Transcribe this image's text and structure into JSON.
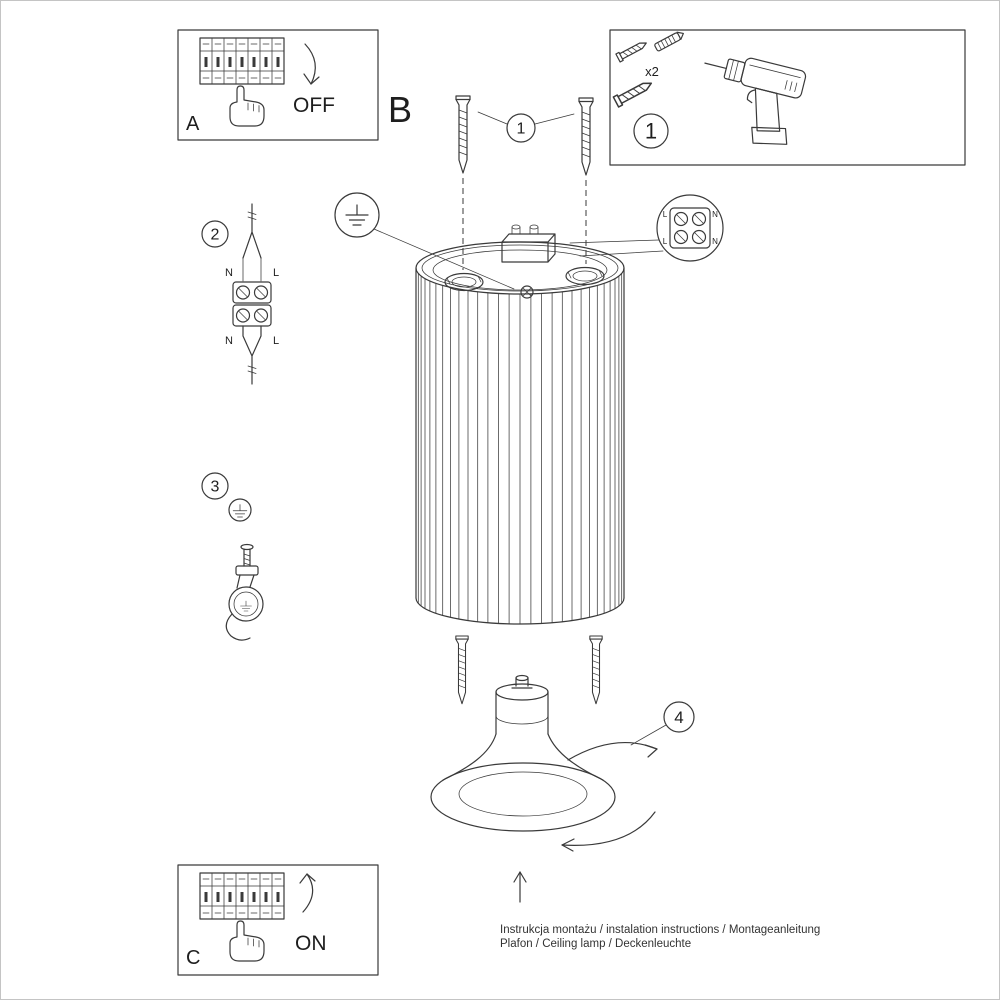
{
  "document": {
    "footer_line1": "Instrukcja montażu / instalation instructions / Montageanleitung",
    "footer_line2": "Plafon / Ceiling lamp / Deckenleuchte"
  },
  "labels": {
    "panel_a": "A",
    "panel_b": "B",
    "panel_c": "C",
    "power_off": "OFF",
    "power_on": "ON"
  },
  "steps": {
    "s1": "1",
    "s2": "2",
    "s3": "3",
    "s4": "4"
  },
  "parts_box": {
    "step": "1",
    "quantity": "x2"
  },
  "wiring": {
    "neutral": "N",
    "live": "L"
  },
  "colors": {
    "line": "#3a3a3a",
    "background": "#ffffff",
    "border": "#c4c4c4"
  }
}
